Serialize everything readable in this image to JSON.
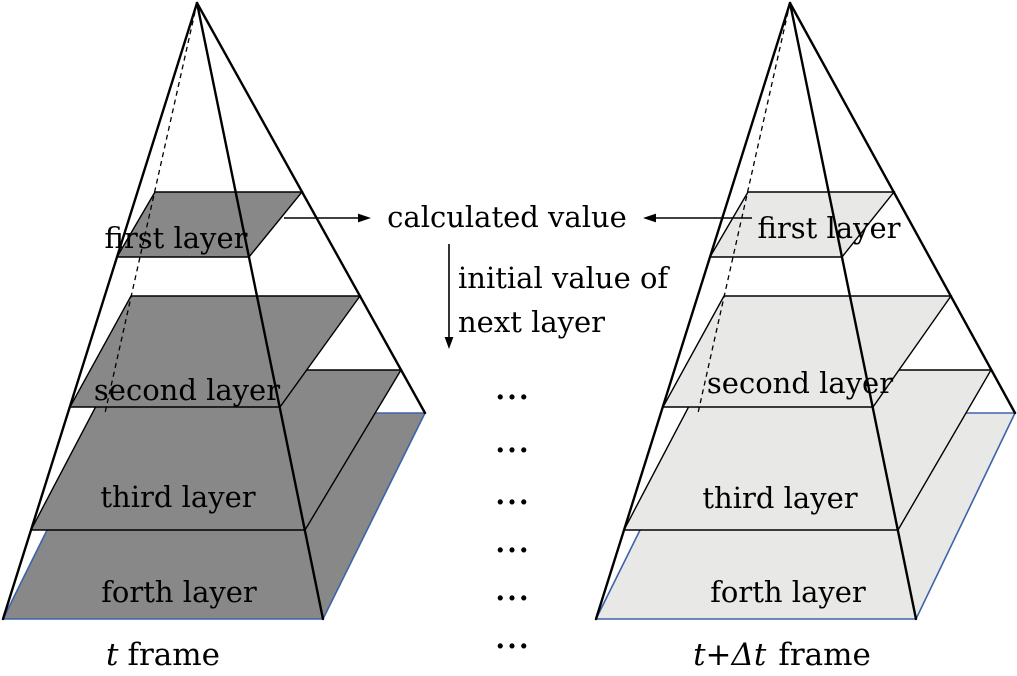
{
  "diagram": {
    "left_pyramid": {
      "layers": [
        "first layer",
        "second layer",
        "third layer",
        "forth layer"
      ],
      "frame_label": {
        "math": "t",
        "text": "frame"
      }
    },
    "right_pyramid": {
      "layers": [
        "first layer",
        "second layer",
        "third layer",
        "forth layer"
      ],
      "frame_label": {
        "math": "t+Δt",
        "text": "frame"
      }
    },
    "annotations": {
      "calculated_value": "calculated value",
      "initial_value_line1": "initial value of",
      "initial_value_line2": "next layer",
      "ellipsis": "···"
    },
    "colors": {
      "left_layer_fill": "#888888",
      "right_layer_fill": "#e8e8e7",
      "base_edge_blue": "#3e63a8",
      "line_color": "#000000"
    }
  }
}
